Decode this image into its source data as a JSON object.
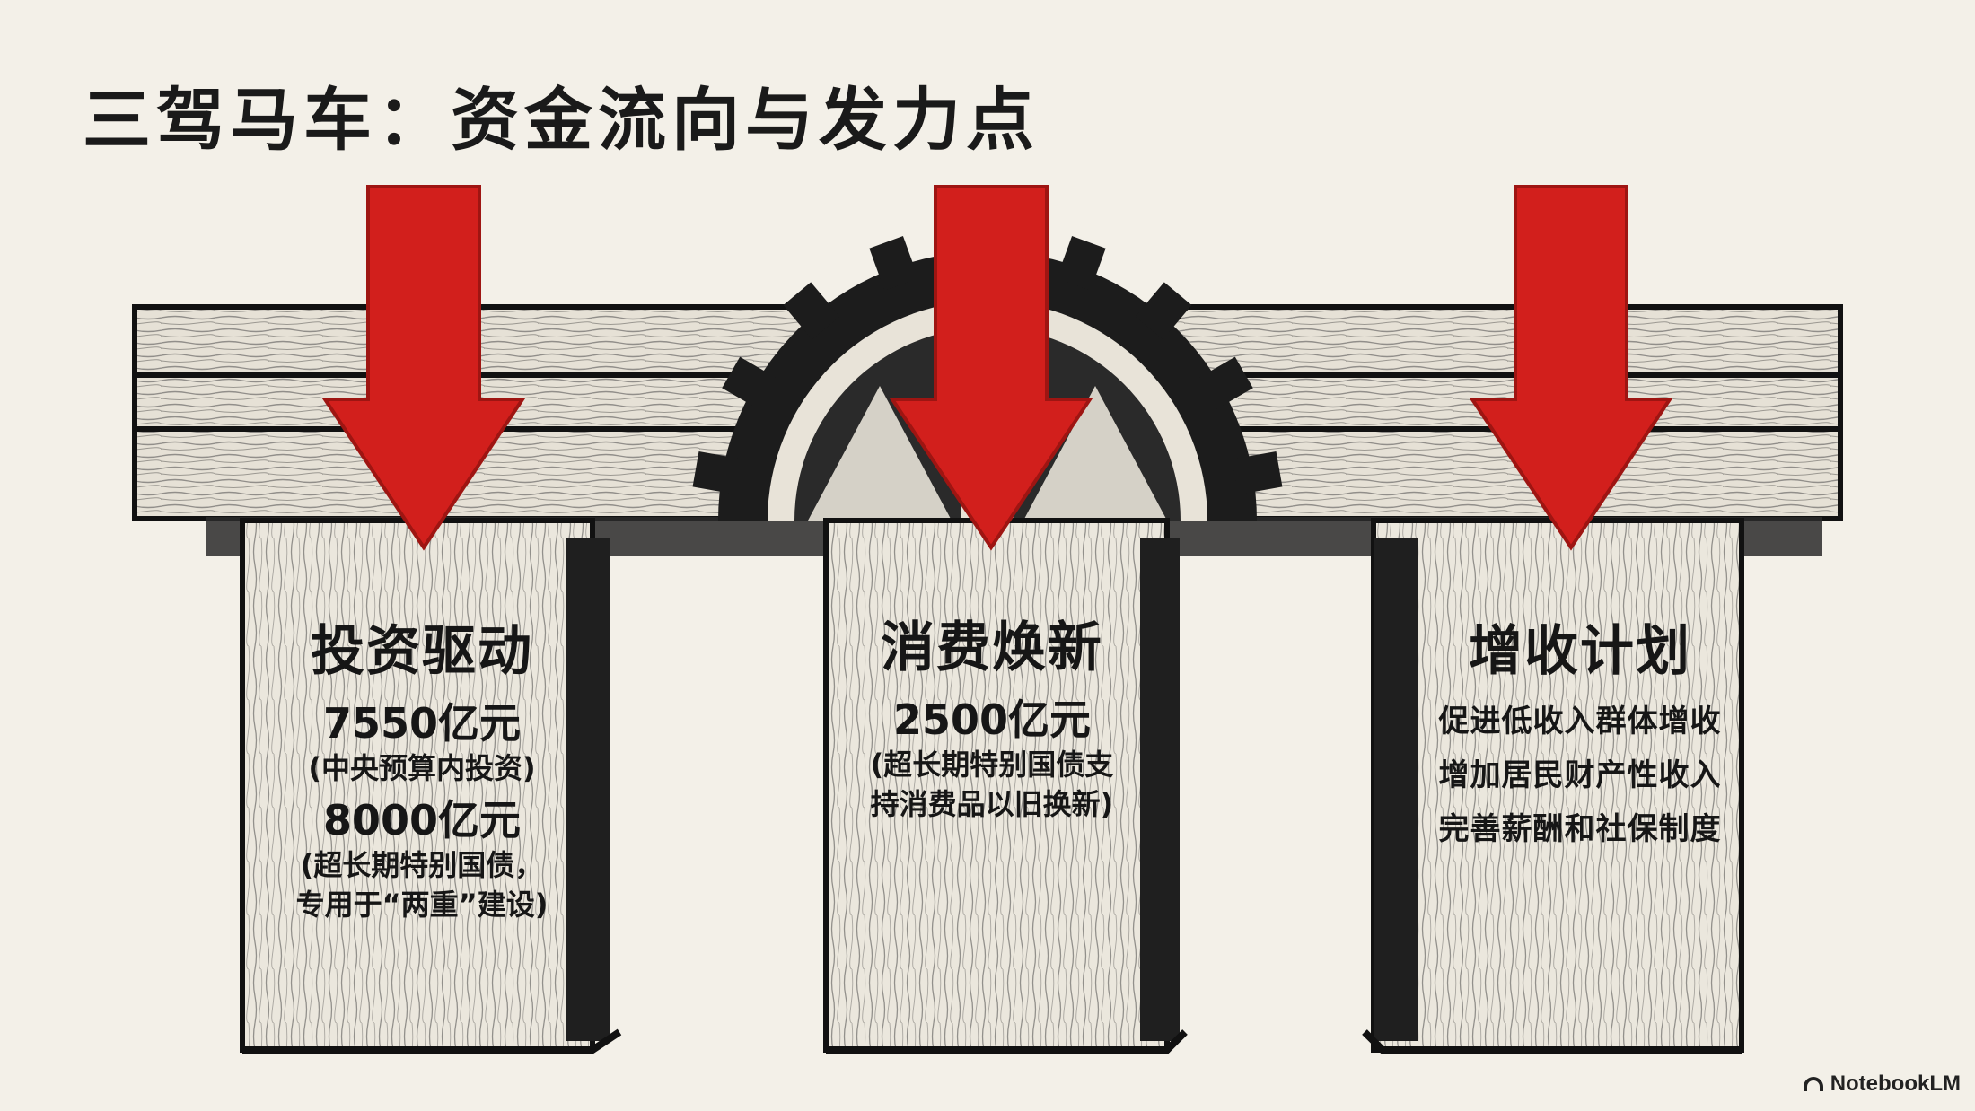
{
  "title": "三驾马车：资金流向与发力点",
  "pillars": [
    {
      "heading": "投资驱动",
      "amount1": "7550亿元",
      "note1": "(中央预算内投资)",
      "amount2": "8000亿元",
      "note2_line1": "(超长期特别国债，",
      "note2_line2": "专用于“两重”建设)"
    },
    {
      "heading": "消费焕新",
      "amount1": "2500亿元",
      "note1_line1": "(超长期特别国债支",
      "note1_line2": "持消费品以旧换新)"
    },
    {
      "heading": "增收计划",
      "lines": [
        "促进低收入群体增收",
        "增加居民财产性收入",
        "完善薪酬和社保制度"
      ]
    }
  ],
  "brand": "NotebookLM",
  "icons": [
    "down-arrow-icon",
    "gear-icon",
    "notebooklm-logo-icon"
  ],
  "colors": {
    "arrow": "#d21f1c",
    "wood_light": "#e8e3d8",
    "ink": "#1a1a1a",
    "background": "#f3f0e8"
  }
}
